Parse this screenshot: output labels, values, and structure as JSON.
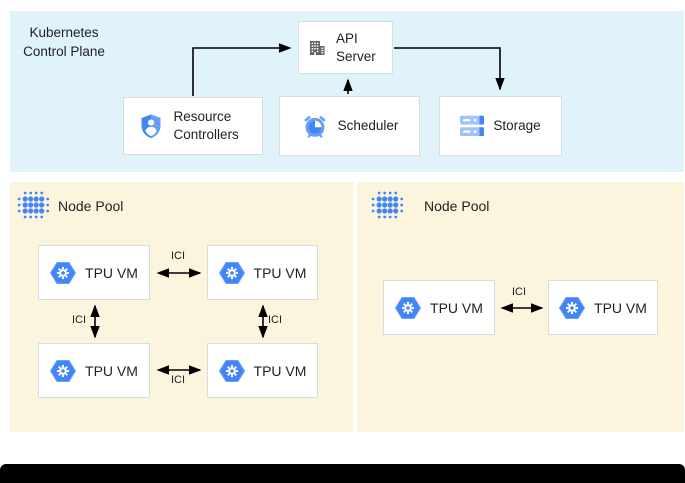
{
  "control_plane": {
    "title": "Kubernetes Control Plane",
    "boxes": {
      "api_server": "API Server",
      "resource_controllers": "Resource Controllers",
      "scheduler": "Scheduler",
      "storage": "Storage"
    }
  },
  "node_pools": {
    "left": {
      "label": "Node Pool",
      "vms": [
        "TPU VM",
        "TPU VM",
        "TPU VM",
        "TPU VM"
      ]
    },
    "right": {
      "label": "Node Pool",
      "vms": [
        "TPU VM",
        "TPU VM"
      ]
    }
  },
  "links": {
    "ici": "ICI"
  },
  "icons": {
    "api_server": "building-icon",
    "resource_controllers": "shield-user-icon",
    "scheduler": "alarm-clock-icon",
    "storage": "server-stack-icon",
    "tpu_vm": "hexagon-chip-icon",
    "node_pool": "dot-matrix-icon"
  },
  "colors": {
    "control_plane_bg": "#E1F3FA",
    "node_pool_bg": "#FCF5DE",
    "box_border": "#D9DBDE",
    "google_blue": "#4285F4",
    "light_blue": "#669DF6",
    "icon_gray": "#5F6368",
    "arrow": "#000000",
    "text": "#202124"
  }
}
